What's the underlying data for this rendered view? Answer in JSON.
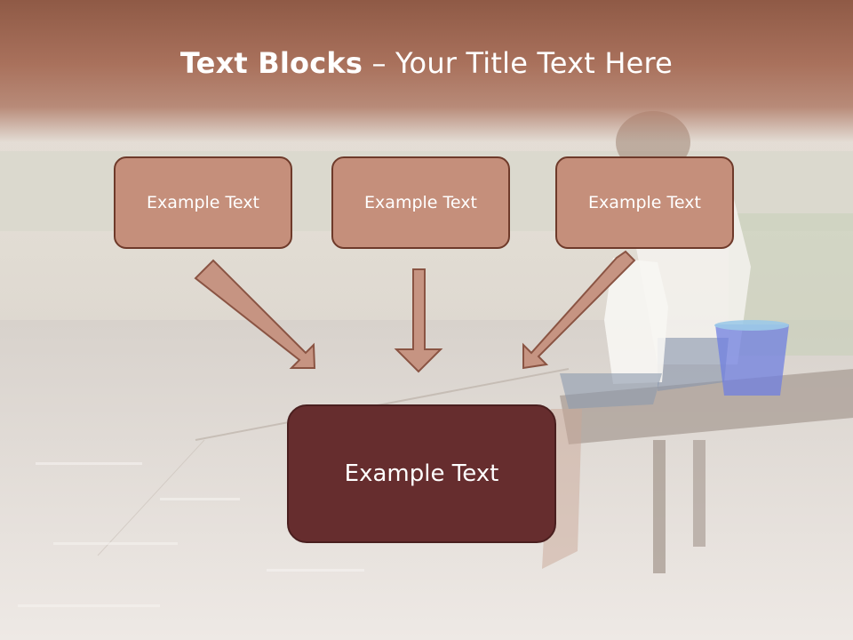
{
  "title": {
    "bold": "Text Blocks",
    "rest": "– Your Title Text Here"
  },
  "boxes": [
    {
      "label": "Example Text"
    },
    {
      "label": "Example Text"
    },
    {
      "label": "Example Text"
    }
  ],
  "main_box": {
    "label": "Example Text"
  },
  "colors": {
    "title_bar": "#9d6651",
    "box_fill": "#c58f7b",
    "box_border": "#6e3a2a",
    "main_box_fill": "#662d2e",
    "arrow_fill": "#c69482",
    "arrow_stroke": "#8a5443"
  }
}
